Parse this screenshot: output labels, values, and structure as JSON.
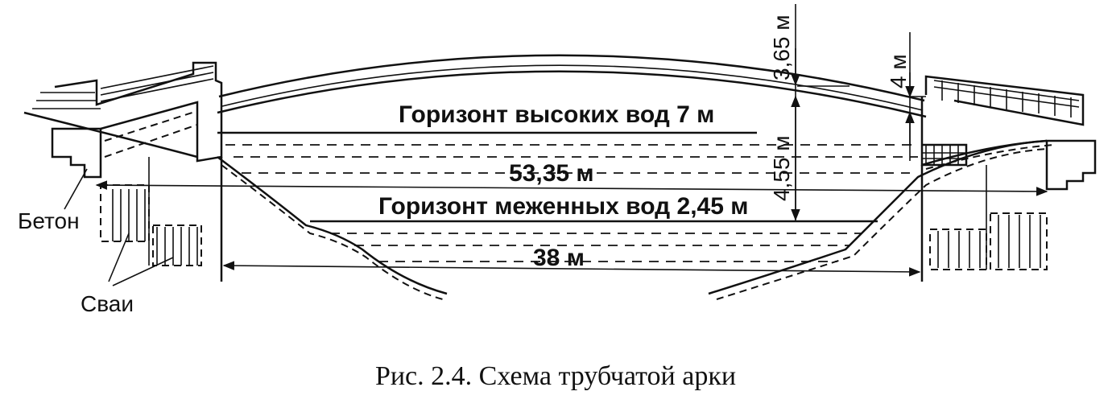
{
  "labels": {
    "high_water": "Горизонт высоких вод 7 м",
    "low_water": "Горизонт меженных вод 2,45 м",
    "span_total": "53,35 м",
    "span_inner": "38 м",
    "dim_top": "3,65 м",
    "dim_water": "4,55 м",
    "dim_right": "4 м",
    "concrete": "Бетон",
    "piles": "Сваи"
  },
  "caption": "Рис. 2.4. Схема трубчатой арки"
}
